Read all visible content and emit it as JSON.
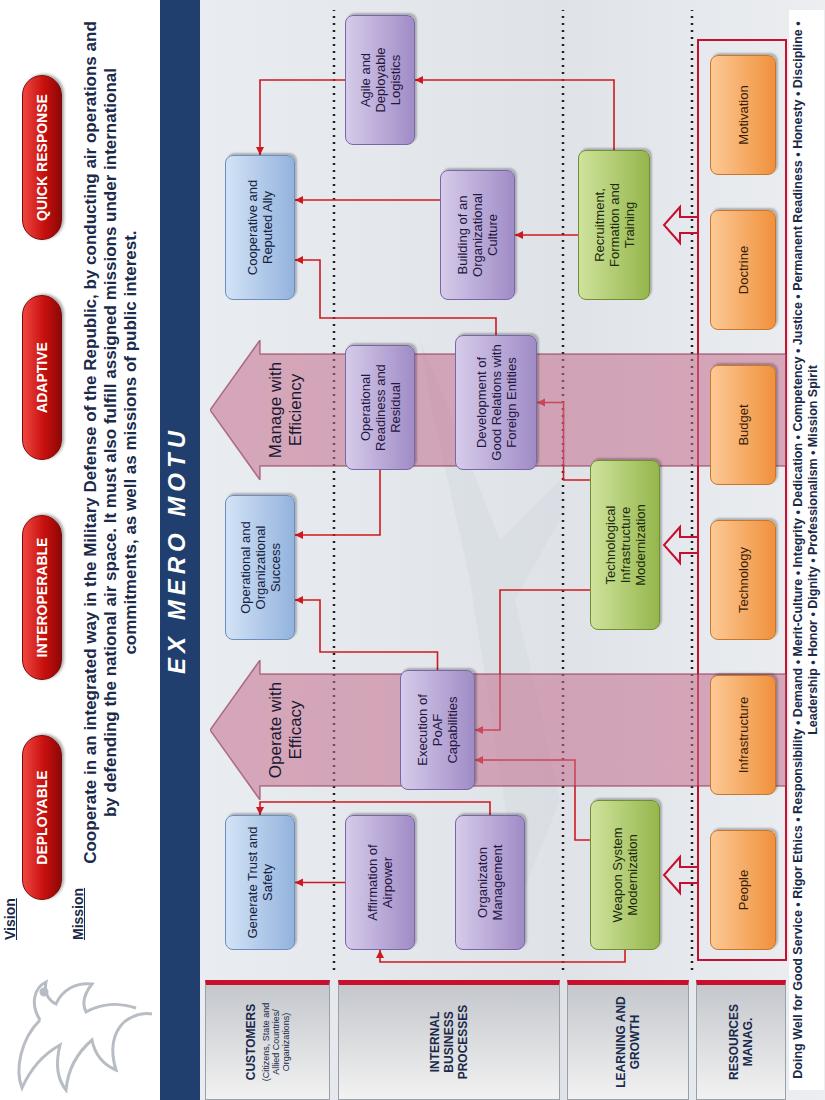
{
  "diagram": {
    "nodes": [
      {
        "text": [
          "DEPLOYABLE"
        ]
      },
      {
        "text": [
          "INTEROPERABLE"
        ]
      },
      {
        "text": [
          "ADAPTIVE"
        ]
      },
      {
        "text": [
          "QUICK RESPONSE"
        ]
      },
      {
        "text": [
          "CUSTOMERS",
          "(Citizens, State and Allied Countries/ Organizations)"
        ]
      },
      {
        "text": [
          "INTERNAL BUSINESS PROCESSES"
        ]
      },
      {
        "text": [
          "LEARNING AND GROWTH"
        ]
      },
      {
        "text": [
          "RESOURCES MANAG."
        ]
      },
      {
        "text": [
          "Operate with Efficacy"
        ]
      },
      {
        "text": [
          "Manage with Efficiency"
        ]
      },
      {
        "text": [
          "Generate Trust and Safety"
        ]
      },
      {
        "text": [
          "Operational and Organizational Success"
        ]
      },
      {
        "text": [
          "Cooperative and Reputed Ally"
        ]
      },
      {
        "text": [
          "Affirmation of Airpower"
        ]
      },
      {
        "text": [
          "Organizaton Management"
        ]
      },
      {
        "text": [
          "Execution of PoAF Capabilities"
        ]
      },
      {
        "text": [
          "Operational Readiness and Residual"
        ]
      },
      {
        "text": [
          "Development of Good Relations with Foreign Entities"
        ]
      },
      {
        "text": [
          "Building of an Organizational Culture"
        ]
      },
      {
        "text": [
          "Agile and Deployable Logistics"
        ]
      },
      {
        "text": [
          "Weapon System Modernization"
        ]
      },
      {
        "text": [
          "Technological Infrastructure Modernization"
        ]
      },
      {
        "text": [
          "Recruitment, Formation and Training"
        ]
      },
      {
        "text": [
          "People"
        ]
      },
      {
        "text": [
          "Infrastructure"
        ]
      },
      {
        "text": [
          "Technology"
        ]
      },
      {
        "text": [
          "Budget"
        ]
      },
      {
        "text": [
          "Doctrine"
        ]
      },
      {
        "text": [
          "Motivation"
        ]
      }
    ],
    "edges": [
      {
        "from": 20,
        "to": 13,
        "arrow": "to"
      },
      {
        "from": 13,
        "to": 10,
        "arrow": "to"
      },
      {
        "from": 14,
        "to": 10,
        "arrow": "to"
      },
      {
        "from": 20,
        "to": 15,
        "arrow": "to"
      },
      {
        "from": 15,
        "to": 11,
        "arrow": "to"
      },
      {
        "from": 16,
        "to": 11,
        "arrow": "to"
      },
      {
        "from": 17,
        "to": 12,
        "arrow": "to"
      },
      {
        "from": 18,
        "to": 12,
        "arrow": "to"
      },
      {
        "from": 19,
        "to": 12,
        "arrow": "to"
      },
      {
        "from": 22,
        "to": 18,
        "arrow": "to"
      },
      {
        "from": 22,
        "to": 19,
        "arrow": "to"
      },
      {
        "from": 21,
        "to": 17,
        "arrow": "to"
      },
      {
        "from": 21,
        "to": 15,
        "arrow": "to"
      }
    ],
    "labels": [
      "Vision",
      "Mission",
      "Cooperate in an integrated way in the Military Defense of the Republic, by conducting air operations and by defending the national air space. It must also fulfill assigned missions under international commitments, as well as missions of public interest.",
      "EX MERO MOTU",
      "Doing Well for Good Service • Rigor Ethics • Responsibility • Demand • Merit-Culture • Integrity • Dedication • Competency • Justice • Permanent Readiness • Honesty • Discipline • Leadership • Honor • Dignity • Professionalism • Mission Spirit"
    ]
  }
}
